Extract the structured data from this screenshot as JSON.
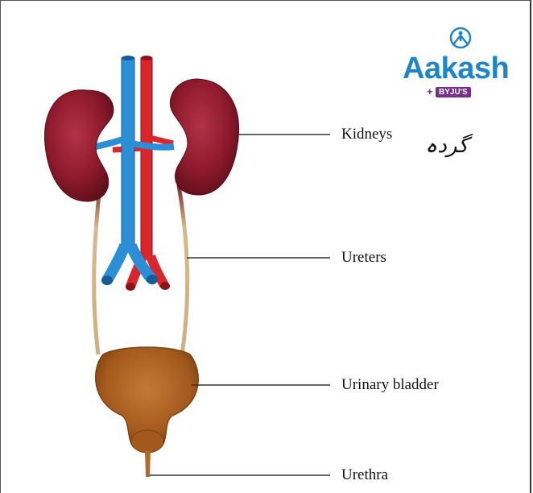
{
  "labels": {
    "kidneys": "Kidneys",
    "ureters": "Ureters",
    "bladder": "Urinary bladder",
    "urethra": "Urethra",
    "kidneys_urdu": "گردہ"
  },
  "logo": {
    "word": "Aakash",
    "badge": "BYJU'S",
    "plus": "+"
  },
  "colors": {
    "kidney": "#8e1a2c",
    "vein": "#2a8fd6",
    "artery": "#d9262b",
    "bladder": "#a3591c",
    "ureter": "#d8b98c",
    "logo_blue": "#1e86c8",
    "logo_purple": "#7b2d8e"
  }
}
